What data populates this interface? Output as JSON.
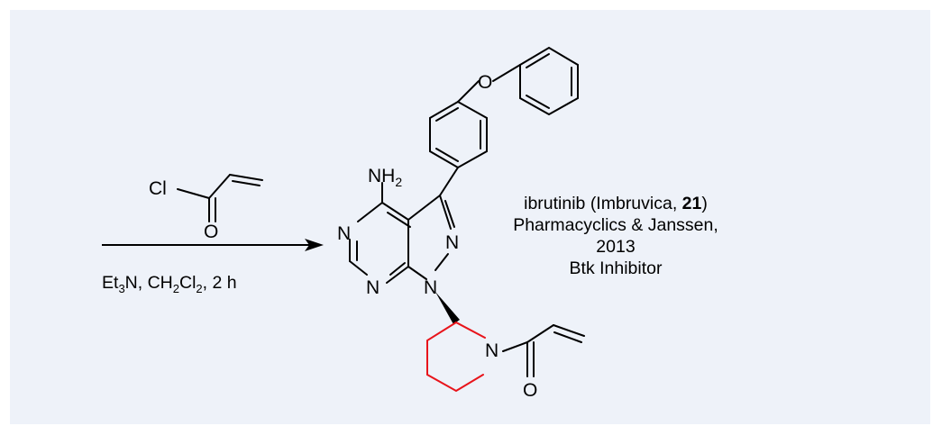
{
  "reagent": {
    "cl_label": "Cl",
    "o_label": "O",
    "conditions": {
      "et": "Et",
      "sub3": "3",
      "n_ch": "N, CH",
      "sub2a": "2",
      "cl": "Cl",
      "sub2b": "2",
      "time": ", 2 h"
    }
  },
  "product": {
    "nh2_n": "NH",
    "nh2_sub": "2",
    "ring_n1": "N",
    "ring_n2": "N",
    "pyrazole_n2": "N",
    "pyrazole_n1": "N",
    "ether_o": "O",
    "piperidine_n": "N",
    "amide_o": "O"
  },
  "caption": {
    "line1_pre": "ibrutinib (Imbruvica, ",
    "line1_bold": "21",
    "line1_post": ")",
    "line2": "Pharmacyclics & Janssen, 2013",
    "line3": "Btk Inhibitor"
  },
  "colors": {
    "panel": "#eef2f9",
    "highlight": "#e8141b",
    "ink": "#000000"
  }
}
